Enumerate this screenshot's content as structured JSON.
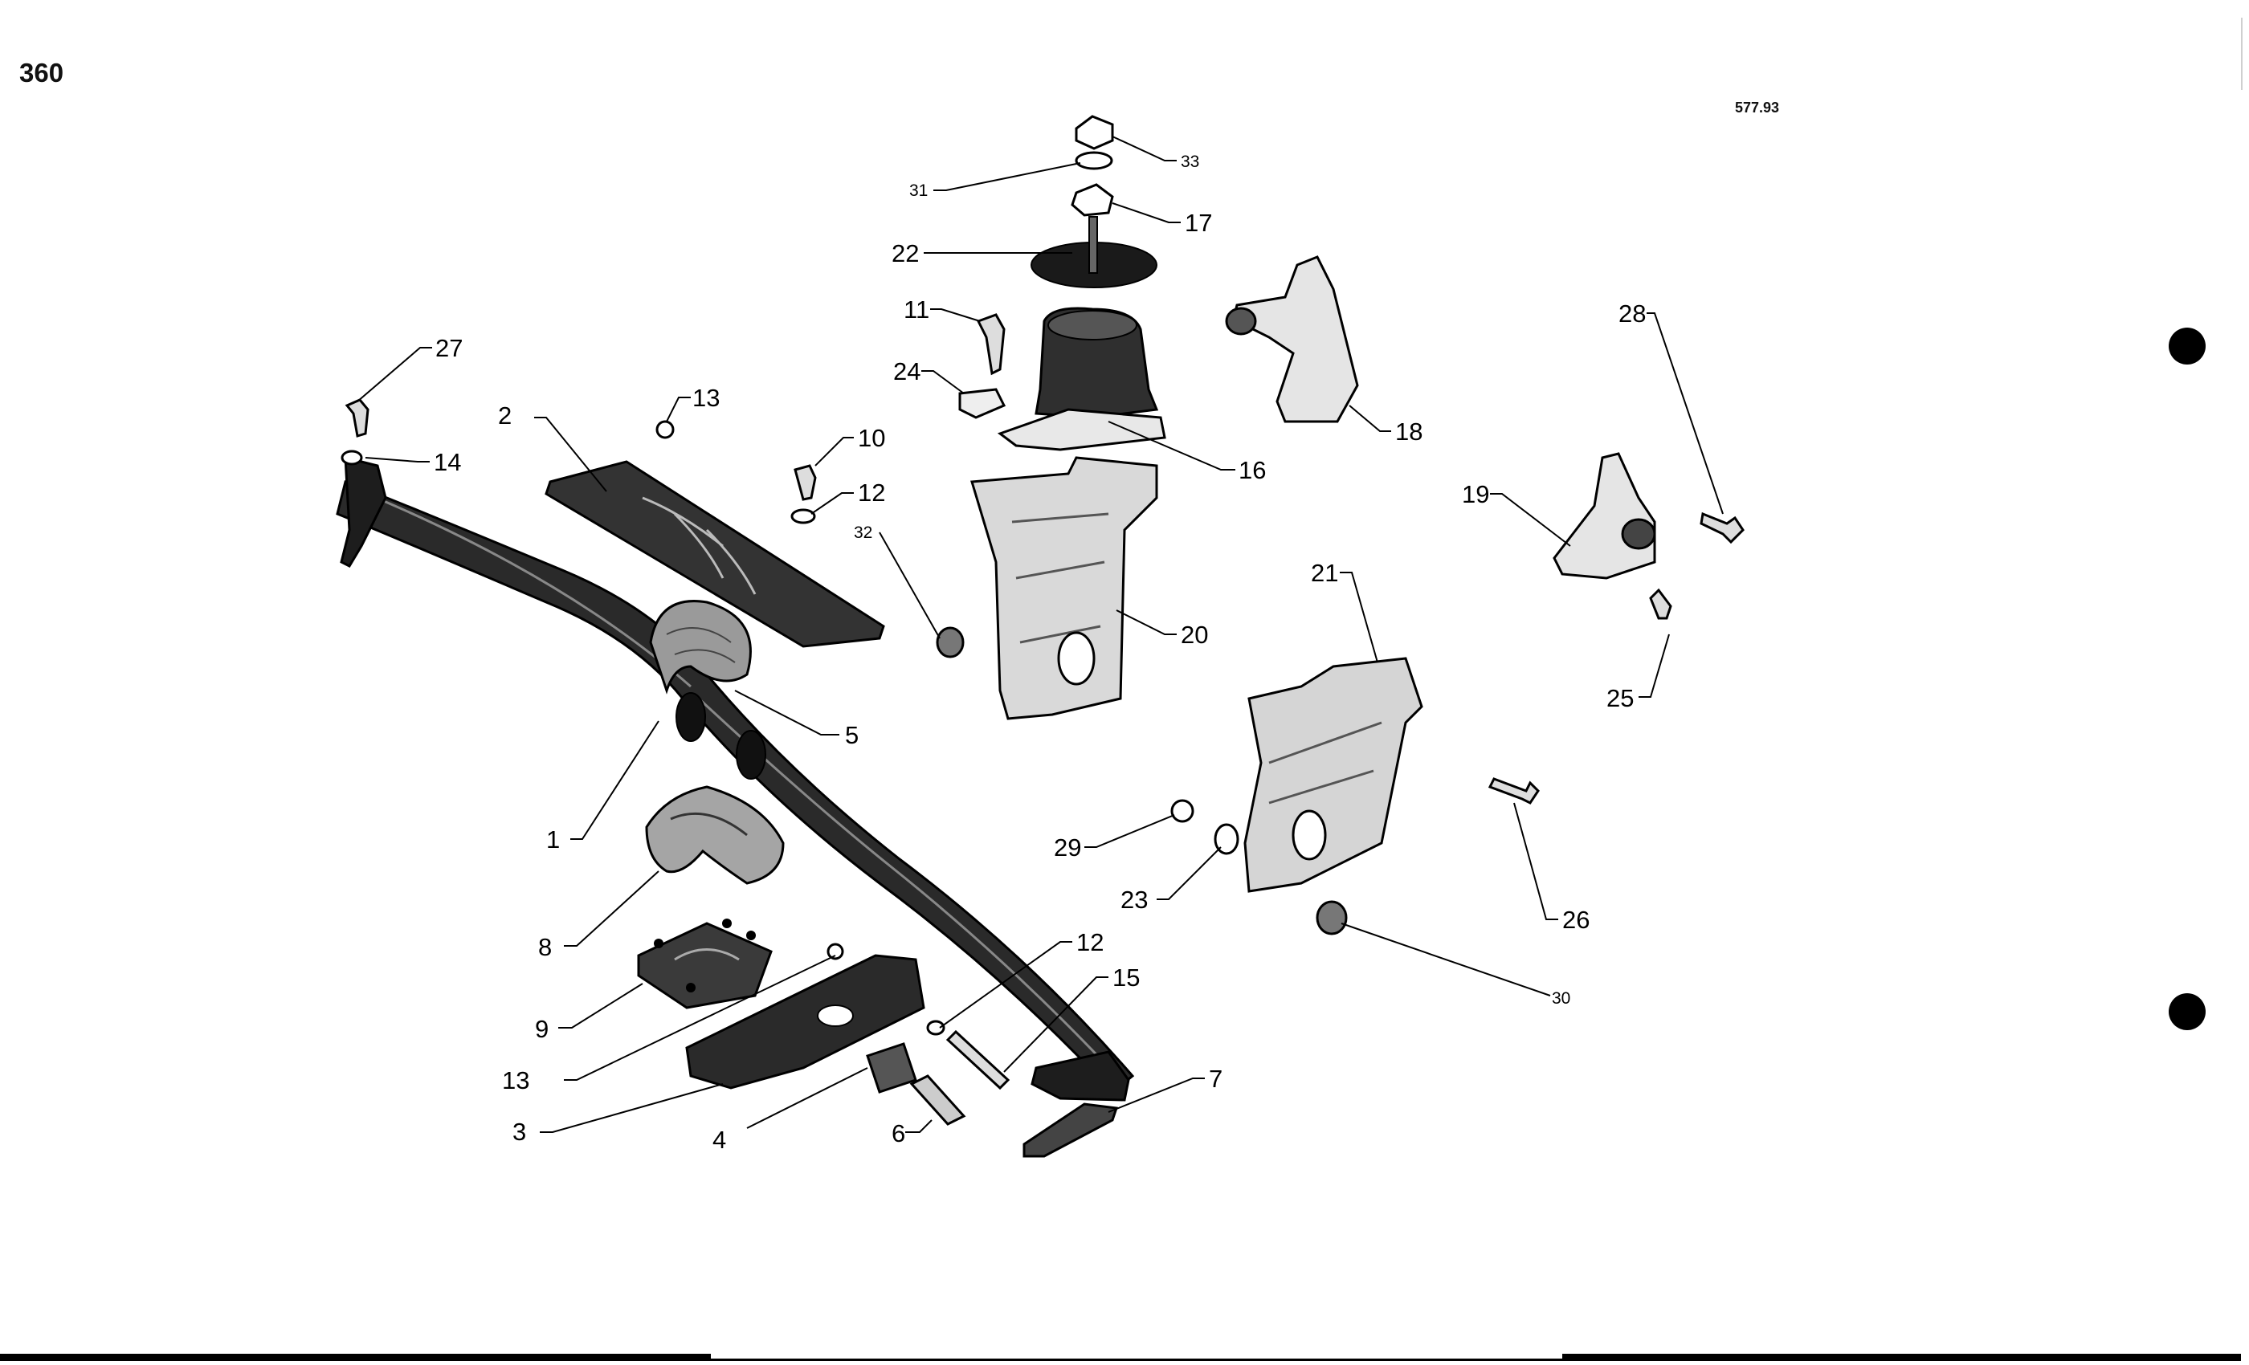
{
  "page": {
    "number": "360",
    "figure_code": "577.93"
  },
  "callouts": [
    {
      "id": "1",
      "label": "1"
    },
    {
      "id": "2",
      "label": "2"
    },
    {
      "id": "3",
      "label": "3"
    },
    {
      "id": "4",
      "label": "4"
    },
    {
      "id": "5",
      "label": "5"
    },
    {
      "id": "6",
      "label": "6"
    },
    {
      "id": "7",
      "label": "7"
    },
    {
      "id": "8",
      "label": "8"
    },
    {
      "id": "9",
      "label": "9"
    },
    {
      "id": "10",
      "label": "10"
    },
    {
      "id": "11",
      "label": "11"
    },
    {
      "id": "12a",
      "label": "12"
    },
    {
      "id": "12b",
      "label": "12"
    },
    {
      "id": "13a",
      "label": "13"
    },
    {
      "id": "13b",
      "label": "13"
    },
    {
      "id": "14",
      "label": "14"
    },
    {
      "id": "15",
      "label": "15"
    },
    {
      "id": "16",
      "label": "16"
    },
    {
      "id": "17",
      "label": "17"
    },
    {
      "id": "18",
      "label": "18"
    },
    {
      "id": "19",
      "label": "19"
    },
    {
      "id": "20",
      "label": "20"
    },
    {
      "id": "21",
      "label": "21"
    },
    {
      "id": "22",
      "label": "22"
    },
    {
      "id": "23",
      "label": "23"
    },
    {
      "id": "24",
      "label": "24"
    },
    {
      "id": "25",
      "label": "25"
    },
    {
      "id": "26",
      "label": "26"
    },
    {
      "id": "27",
      "label": "27"
    },
    {
      "id": "28",
      "label": "28"
    },
    {
      "id": "29",
      "label": "29"
    },
    {
      "id": "30",
      "label": "30"
    },
    {
      "id": "31",
      "label": "31"
    },
    {
      "id": "32",
      "label": "32"
    },
    {
      "id": "33",
      "label": "33"
    }
  ]
}
